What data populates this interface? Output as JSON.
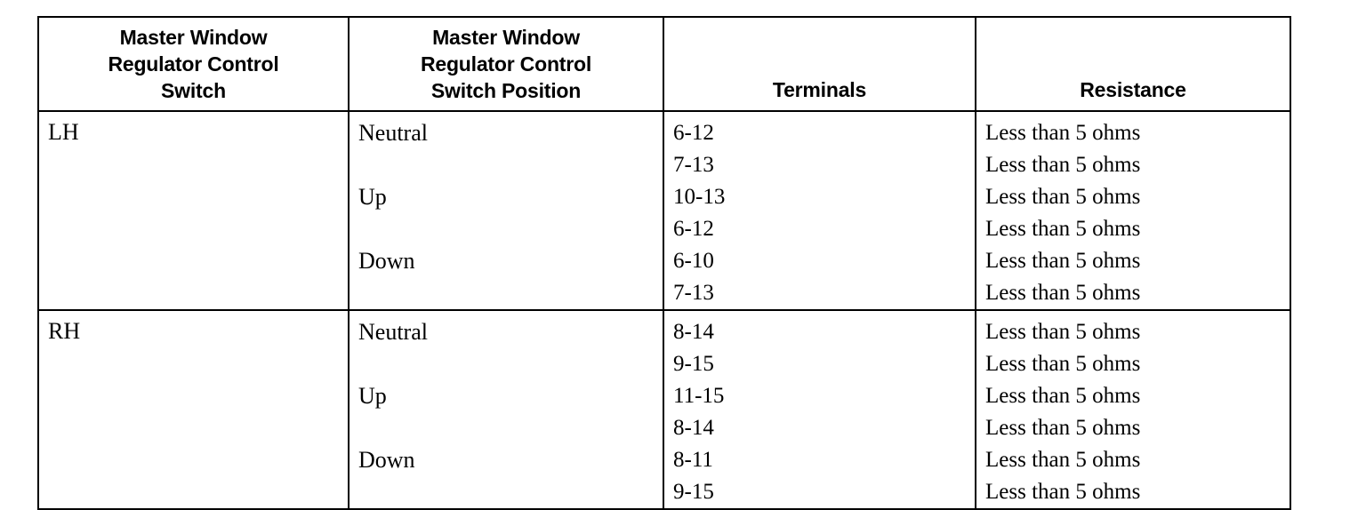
{
  "document": {
    "type": "specification-table",
    "background_color": "#ffffff",
    "text_color": "#000000",
    "border_color": "#000000"
  },
  "table": {
    "headers": [
      {
        "name": "switch",
        "lines": [
          "Master Window",
          "Regulator Control",
          "Switch"
        ],
        "align": "center",
        "valign": "middle"
      },
      {
        "name": "position",
        "lines": [
          "Master Window",
          "Regulator Control",
          "Switch Position"
        ],
        "align": "center",
        "valign": "middle"
      },
      {
        "name": "terminals",
        "lines": [
          "Terminals"
        ],
        "align": "center",
        "valign": "bottom"
      },
      {
        "name": "resistance",
        "lines": [
          "Resistance"
        ],
        "align": "center",
        "valign": "bottom"
      }
    ],
    "blocks": [
      {
        "switch": "LH",
        "positions": [
          "Neutral",
          "Up",
          "Down"
        ],
        "terminals": [
          "6-12",
          "7-13",
          "10-13",
          "6-12",
          "6-10",
          "7-13"
        ],
        "resistance": [
          "Less than 5 ohms",
          "Less than 5 ohms",
          "Less than 5 ohms",
          "Less than 5 ohms",
          "Less than 5 ohms",
          "Less than 5 ohms"
        ]
      },
      {
        "switch": "RH",
        "positions": [
          "Neutral",
          "Up",
          "Down"
        ],
        "terminals": [
          "8-14",
          "9-15",
          "11-15",
          "8-14",
          "8-11",
          "9-15"
        ],
        "resistance": [
          "Less than 5 ohms",
          "Less than 5 ohms",
          "Less than 5 ohms",
          "Less than 5 ohms",
          "Less than 5 ohms",
          "Less than 5 ohms"
        ]
      }
    ]
  }
}
